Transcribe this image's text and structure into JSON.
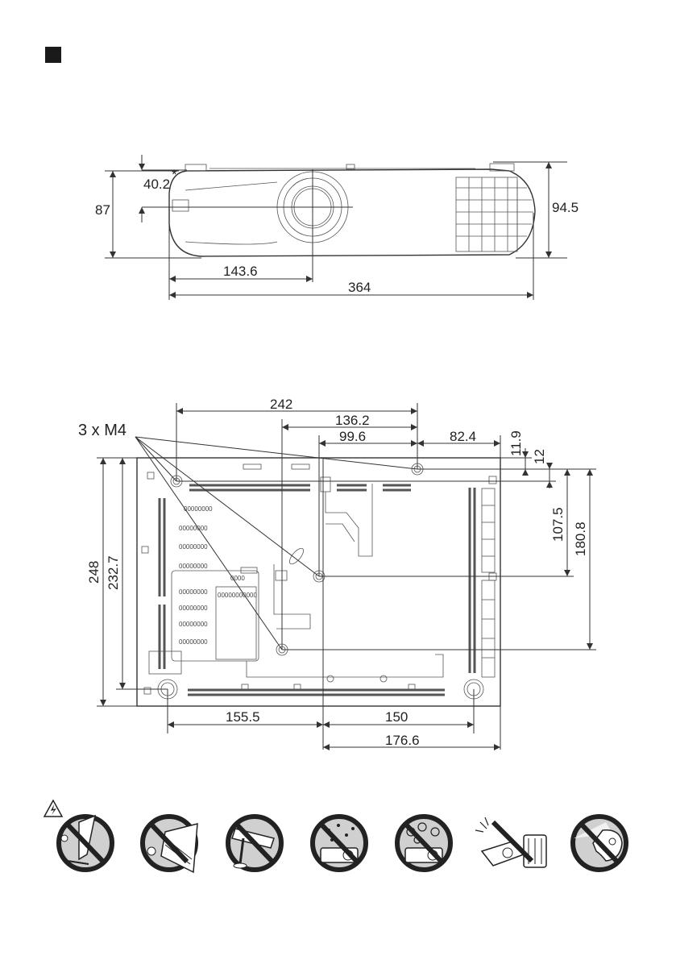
{
  "front_view": {
    "dims": {
      "lens_center_height": "40.2",
      "lens_center_height_note": "*",
      "height_body": "87",
      "height_with_feet": "94.5",
      "lens_offset": "143.6",
      "width": "364"
    }
  },
  "bottom_view": {
    "screw_label": "3 x M4",
    "dims": {
      "d242": "242",
      "d136_2": "136.2",
      "d99_6": "99.6",
      "d82_4": "82.4",
      "d11_9": "11.9",
      "d12": "12",
      "d107_5": "107.5",
      "d180_8": "180.8",
      "d248": "248",
      "d232_7": "232.7",
      "d155_5": "155.5",
      "d150": "150",
      "d176_6": "176.6"
    }
  },
  "warnings": [
    {
      "icon": "no-disassembly-icon"
    },
    {
      "icon": "no-tilted-surface-icon"
    },
    {
      "icon": "no-ceiling-mount-icon"
    },
    {
      "icon": "no-water-icon"
    },
    {
      "icon": "no-steam-icon"
    },
    {
      "icon": "no-sunlight-heat-icon"
    },
    {
      "icon": "no-look-into-lens-icon"
    }
  ]
}
